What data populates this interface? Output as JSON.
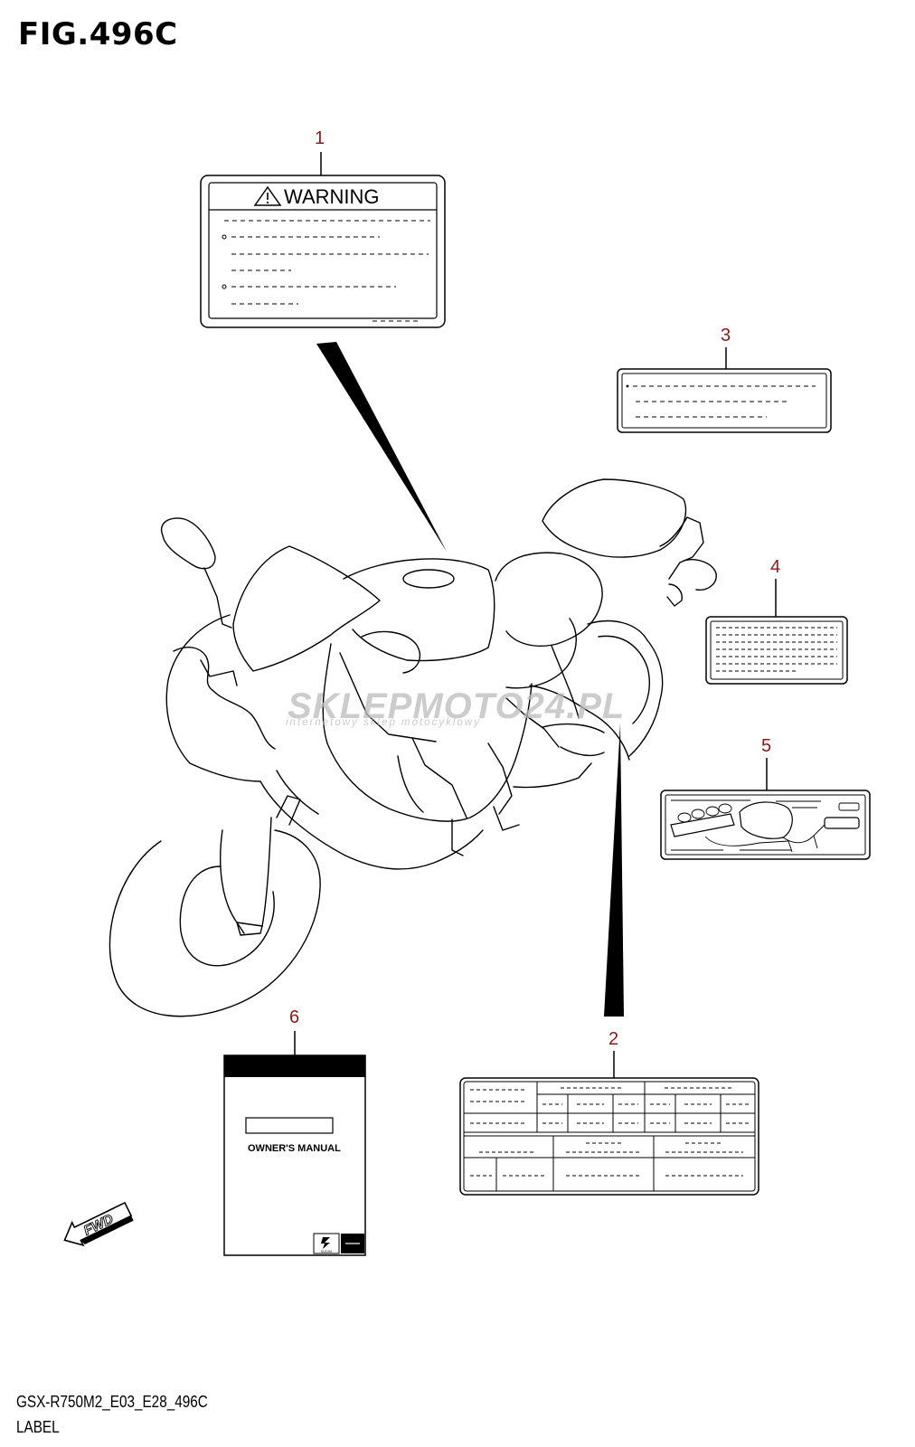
{
  "figure": {
    "title": "FIG.496C",
    "model_code": "GSX-R750M2_E03_E28_496C",
    "section_label": "LABEL"
  },
  "callouts": [
    "1",
    "2",
    "3",
    "4",
    "5",
    "6"
  ],
  "labels": {
    "warning_heading": "WARNING",
    "manual_title": "OWNER'S MANUAL",
    "manual_brand": "SUZUKI",
    "fwd_arrow": "FWD"
  },
  "watermark": {
    "brand": "SKLEPMOTO24.PL",
    "tagline": "internetowy sklep motocyklowy"
  },
  "colors": {
    "line": "#000000",
    "callout": "#8b1a1a",
    "watermark_gray": "#bbbbbb",
    "watermark_red": "#e05050"
  }
}
